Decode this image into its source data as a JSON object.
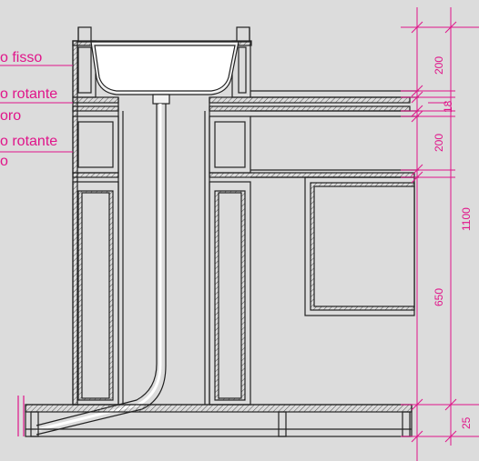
{
  "labels": {
    "l1": "o fisso",
    "l2": "o rotante",
    "l3": "oro",
    "l4": "o rotante",
    "l5": "o"
  },
  "dimensions": {
    "d200_top": "200",
    "d18": "18",
    "d200_mid": "200",
    "d650": "650",
    "d1100": "1100",
    "d25": "25"
  },
  "colors": {
    "background": "#dcdcdc",
    "annotation": "#e0158a",
    "line": "#222222"
  }
}
